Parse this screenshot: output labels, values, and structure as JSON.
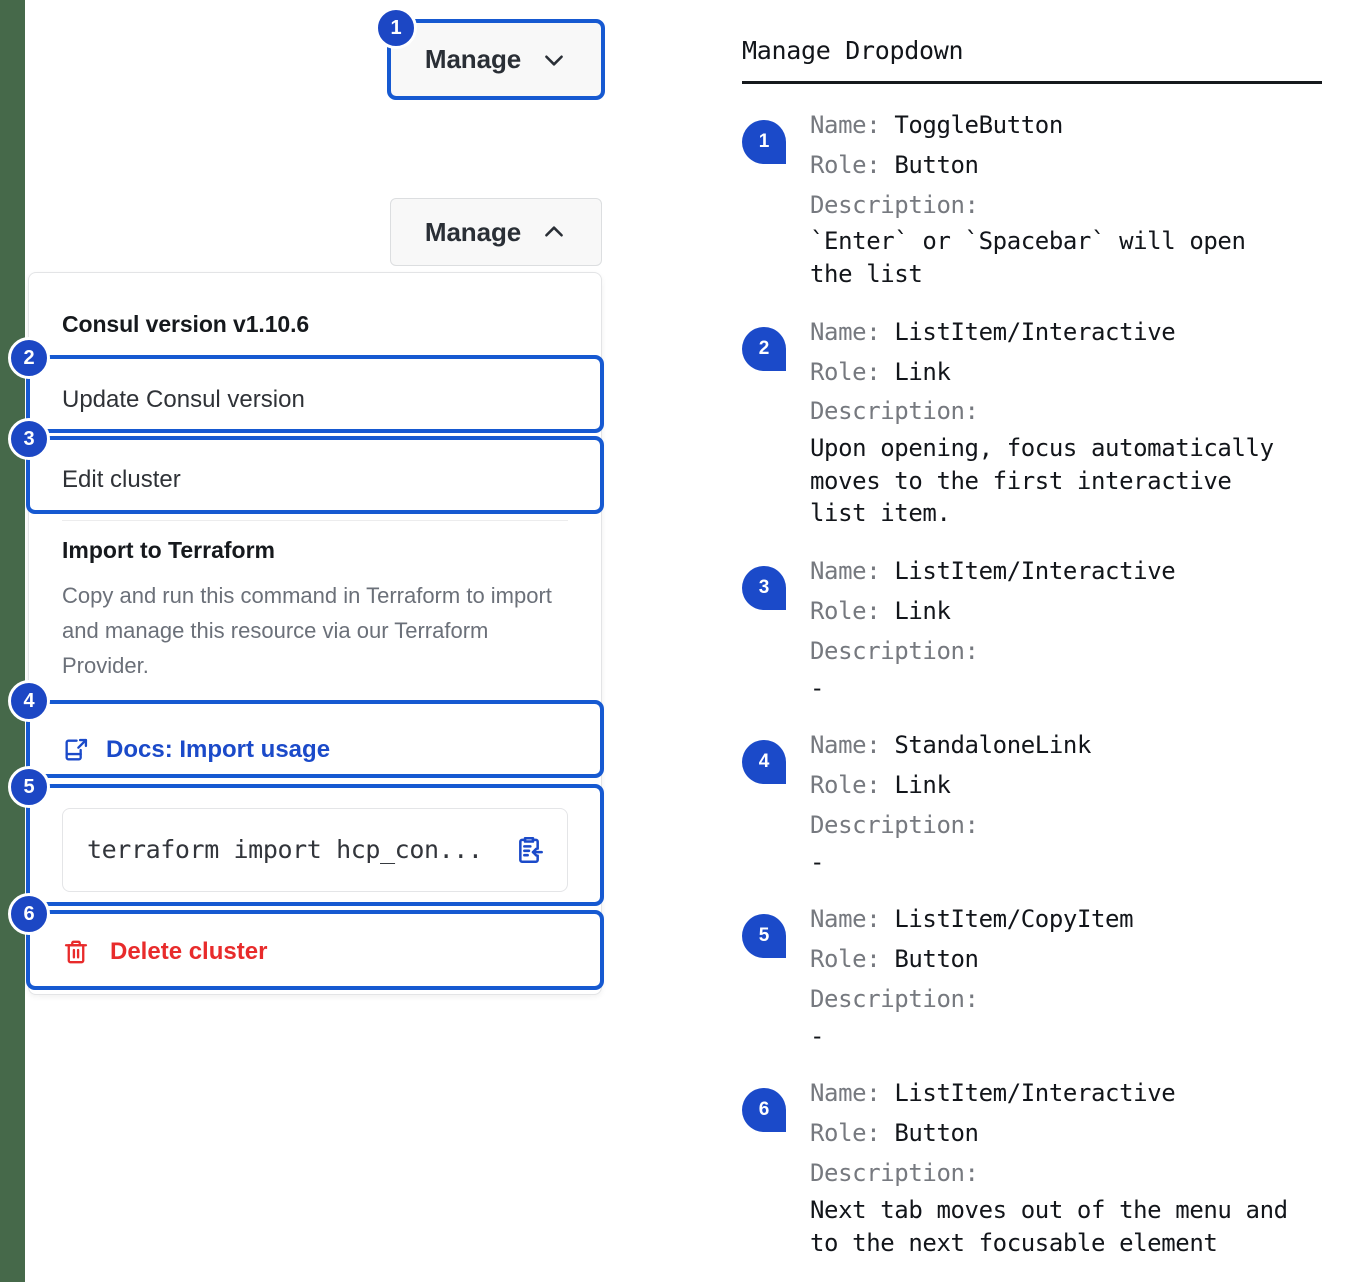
{
  "page": {
    "edge_color": "#46694a",
    "accent_color": "#1b4ac9",
    "focus_color": "#1659d1",
    "danger_color": "#e82b2b"
  },
  "left": {
    "toggle_collapsed": {
      "label": "Manage",
      "icon": "chevron-down-icon",
      "badge": "1"
    },
    "toggle_expanded": {
      "label": "Manage",
      "icon": "chevron-up-icon"
    },
    "dropdown": {
      "heading": "Consul version v1.10.6",
      "items": [
        {
          "badge": "2",
          "label": "Update Consul version"
        },
        {
          "badge": "3",
          "label": "Edit cluster"
        }
      ],
      "terraform": {
        "title": "Import to Terraform",
        "body": "Copy and run this command in Terraform to import and manage this resource via our Terraform Provider.",
        "docs_link": {
          "badge": "4",
          "label": "Docs: Import usage",
          "icon": "docs-external-link-icon"
        },
        "copy_field": {
          "badge": "5",
          "value": "terraform import hcp_con...",
          "icon": "clipboard-copy-icon"
        }
      },
      "delete": {
        "badge": "6",
        "label": "Delete cluster",
        "icon": "trash-icon"
      }
    }
  },
  "right": {
    "title": "Manage Dropdown",
    "labels": {
      "name": "Name:",
      "role": "Role:",
      "description": "Description:"
    },
    "items": [
      {
        "badge": "1",
        "name": "ToggleButton",
        "role": "Button",
        "description": "`Enter` or `Spacebar` will open\nthe list"
      },
      {
        "badge": "2",
        "name": "ListItem/Interactive",
        "role": "Link",
        "description": "Upon opening, focus automatically\nmoves to the first interactive\nlist item."
      },
      {
        "badge": "3",
        "name": "ListItem/Interactive",
        "role": "Link",
        "description": "-"
      },
      {
        "badge": "4",
        "name": "StandaloneLink",
        "role": "Link",
        "description": "-"
      },
      {
        "badge": "5",
        "name": "ListItem/CopyItem",
        "role": "Button",
        "description": "-"
      },
      {
        "badge": "6",
        "name": "ListItem/Interactive",
        "role": "Button",
        "description": "Next tab moves out of the menu and\nto the next focusable element"
      }
    ]
  }
}
